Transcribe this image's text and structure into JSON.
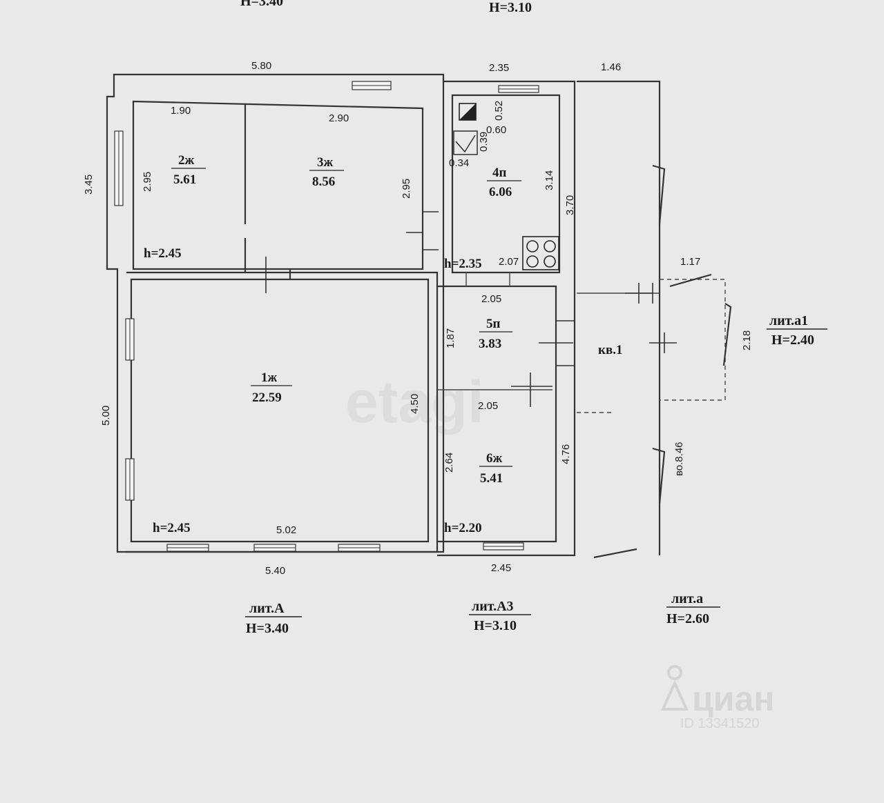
{
  "top_cut": {
    "left": "H=3.40",
    "center": "H=3.10"
  },
  "dimensions": {
    "top_a": "5.80",
    "top_a3": "2.35",
    "top_a_right": "1.46",
    "left_upper": "3.45",
    "left_lower": "5.00",
    "r2_top": "1.90",
    "r2_side": "2.95",
    "r3_top": "2.90",
    "r3_side": "2.95",
    "r4_052": "0.52",
    "r4_060": "0.60",
    "r4_039": "0.39",
    "r4_034": "0.34",
    "r4_side": "3.14",
    "r4_207": "2.07",
    "a3_upper": "3.70",
    "r5_top": "2.05",
    "r5_side": "1.87",
    "r6_top": "2.05",
    "r6_side": "2.64",
    "a3_lower": "4.76",
    "r1_side": "4.50",
    "r1_bottom": "5.02",
    "bottom_a": "5.40",
    "bottom_a3": "2.45",
    "a1_top": "1.17",
    "a1_side": "2.18",
    "a_side": "во.8.46"
  },
  "rooms": [
    {
      "id": "2ж",
      "area": "5.61"
    },
    {
      "id": "3ж",
      "area": "8.56"
    },
    {
      "id": "4п",
      "area": "6.06"
    },
    {
      "id": "1ж",
      "area": "22.59"
    },
    {
      "id": "5п",
      "area": "3.83"
    },
    {
      "id": "6ж",
      "area": "5.41"
    }
  ],
  "room_heights": {
    "r2": "h=2.45",
    "r4": "h=2.35",
    "r1": "h=2.45",
    "r6": "h=2.20"
  },
  "apartment": "кв.1",
  "liters": {
    "a": {
      "name": "лит.А",
      "height": "H=3.40"
    },
    "a3": {
      "name": "лит.А3",
      "height": "H=3.10"
    },
    "a_small": {
      "name": "лит.а",
      "height": "H=2.60"
    },
    "a1": {
      "name": "лит.а1",
      "height": "H=2.40"
    }
  },
  "watermarks": {
    "etagi": "etagi",
    "cian": "циан",
    "cian_id": "ID 13341520"
  }
}
